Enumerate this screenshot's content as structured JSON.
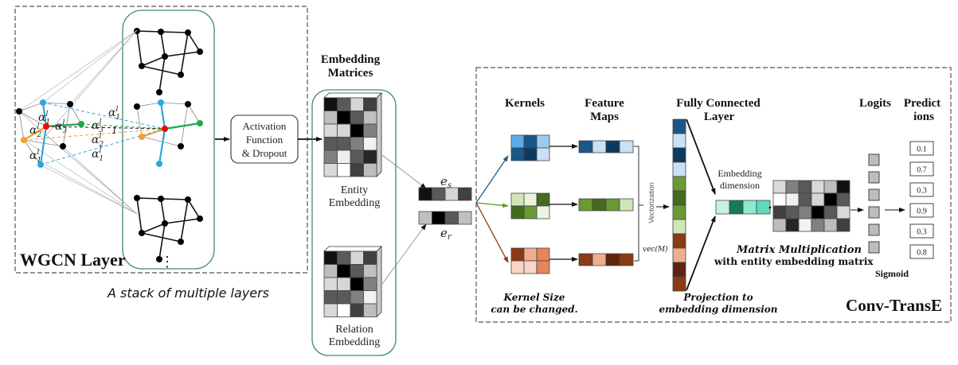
{
  "wgcn": {
    "title": "WGCN Layer",
    "caption": "A stack of multiple layers",
    "weights": {
      "alpha1": "α",
      "sup": "l",
      "sub1": "1",
      "sub2": "2",
      "sub3": "3",
      "self_loop": "1"
    },
    "ellipsis": "⋮",
    "node_colors": {
      "default": "#000000",
      "center": "#ff0000",
      "alpha1": "#29a8e0",
      "alpha2": "#f2a02f",
      "alpha3": "#1fa84a"
    }
  },
  "activation_box": {
    "lines": [
      "Activation",
      "Function",
      "& Dropout"
    ]
  },
  "embedding_matrices": {
    "title_lines": [
      "Embedding",
      "Matrices"
    ],
    "entity_label_lines": [
      "Entity",
      "Embedding"
    ],
    "relation_label_lines": [
      "Relation",
      "Embedding"
    ],
    "entity_matrix": [
      [
        "#111111",
        "#5a5a5a",
        "#d6d6d6",
        "#404040"
      ],
      [
        "#bdbdbd",
        "#000000",
        "#595959",
        "#c0c0c0"
      ],
      [
        "#d9d9d9",
        "#d6d6d6",
        "#000000",
        "#808080"
      ],
      [
        "#595959",
        "#5a5a5a",
        "#808080",
        "#f2f2f2"
      ],
      [
        "#808080",
        "#efefef",
        "#5a5a5a",
        "#262626"
      ],
      [
        "#d9d9d9",
        "#ffffff",
        "#404040",
        "#bdbdbd"
      ]
    ],
    "relation_matrix": [
      [
        "#111111",
        "#5a5a5a",
        "#d6d6d6",
        "#404040"
      ],
      [
        "#bdbdbd",
        "#000000",
        "#595959",
        "#c0c0c0"
      ],
      [
        "#d9d9d9",
        "#d6d6d6",
        "#000000",
        "#808080"
      ],
      [
        "#595959",
        "#5a5a5a",
        "#808080",
        "#f2f2f2"
      ],
      [
        "#d9d9d9",
        "#ffffff",
        "#404040",
        "#bdbdbd"
      ]
    ]
  },
  "lookup": {
    "es_label": "e",
    "es_sub": "s",
    "er_label": "e",
    "er_sub": "r",
    "es_cells": [
      "#111111",
      "#5a5a5a",
      "#d6d6d6",
      "#404040"
    ],
    "er_cells": [
      "#c0c0c0",
      "#000000",
      "#595959",
      "#c0c0c0"
    ]
  },
  "convtranse": {
    "title": "Conv-TransE",
    "kernels_label": "Kernels",
    "feature_maps_label_lines": [
      "Feature",
      "Maps"
    ],
    "fc_label_lines": [
      "Fully Connected",
      "Layer"
    ],
    "logits_label": "Logits",
    "predictions_label_lines": [
      "Predict",
      "ions"
    ],
    "kernel_size_note_lines": [
      "Kernel Size",
      "can be changed."
    ],
    "projection_note_lines": [
      "Projection to",
      "embedding dimension"
    ],
    "matmul_note_lines": [
      "Matrix Multiplication",
      "with entity embedding matrix"
    ],
    "embedding_dim_label_lines": [
      "Embedding",
      "dimension"
    ],
    "vectorization_label": "Vectorization",
    "vec_label": "vec(M)",
    "sigmoid_label": "Sigmoid",
    "kernels": [
      {
        "arrow_color": "#1f5f8b",
        "cells": [
          [
            "#5aabe6",
            "#1a5688",
            "#9ccbef"
          ],
          [
            "#1a5688",
            "#0d3a62",
            "#c9e0f5"
          ]
        ]
      },
      {
        "arrow_color": "#6a9a34",
        "cells": [
          [
            "#d0e6b8",
            "#e9f3dc",
            "#456a22"
          ],
          [
            "#456a22",
            "#6a9a34",
            "#eaf4de"
          ]
        ]
      },
      {
        "arrow_color": "#8b3a14",
        "cells": [
          [
            "#8b3a14",
            "#f0ae90",
            "#e8845a"
          ],
          [
            "#f9d6c7",
            "#f9d6c7",
            "#e8845a"
          ]
        ]
      }
    ],
    "feature_maps": [
      [
        "#1a5688",
        "#c9e0f5",
        "#0d3a62",
        "#c9e0f5"
      ],
      [
        "#6a9a34",
        "#456a22",
        "#6a9a34",
        "#d0e6b8"
      ],
      [
        "#8b3a14",
        "#f0ae90",
        "#5e2410",
        "#8b3a14"
      ]
    ],
    "fc_cells": [
      "#1a5688",
      "#c9e0f5",
      "#0d3a62",
      "#c9e0f5",
      "#6a9a34",
      "#456a22",
      "#6a9a34",
      "#d0e6b8",
      "#8b3a14",
      "#f0ae90",
      "#5e2410",
      "#8b3a14"
    ],
    "embedding_vector": [
      "#c8f1e4",
      "#17795c",
      "#8ee8cf",
      "#5cdcb8"
    ],
    "entity_matrix_t": [
      [
        "#d9d9d9",
        "#808080",
        "#595959",
        "#d9d9d9",
        "#bdbdbd",
        "#111111"
      ],
      [
        "#ffffff",
        "#efefef",
        "#595959",
        "#d6d6d6",
        "#000000",
        "#595959"
      ],
      [
        "#404040",
        "#5a5a5a",
        "#808080",
        "#000000",
        "#595959",
        "#d9d9d9"
      ],
      [
        "#bdbdbd",
        "#262626",
        "#f2f2f2",
        "#808080",
        "#bdbdbd",
        "#404040"
      ]
    ],
    "logits_color": "#bdbdbd",
    "logit_count": 6,
    "predictions": [
      "0.1",
      "0.7",
      "0.3",
      "0.9",
      "0.3",
      "0.8"
    ]
  }
}
